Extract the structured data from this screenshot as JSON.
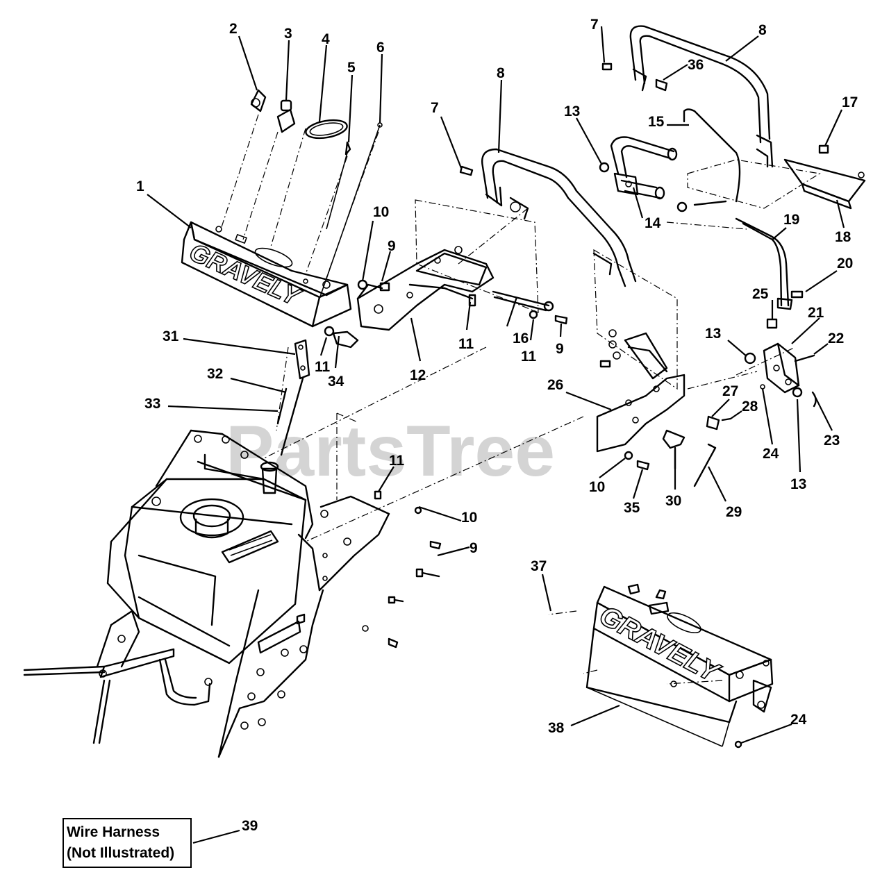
{
  "watermark": "PartsTree",
  "brand": "GRAVELY",
  "callouts": {
    "c1": "1",
    "c2": "2",
    "c3": "3",
    "c4": "4",
    "c5": "5",
    "c6": "6",
    "c7a": "7",
    "c7b": "7",
    "c8a": "8",
    "c8b": "8",
    "c9a": "9",
    "c9b": "9",
    "c9c": "9",
    "c10a": "10",
    "c10b": "10",
    "c10c": "10",
    "c11a": "11",
    "c11b": "11",
    "c11c": "11",
    "c11d": "11",
    "c12": "12",
    "c13a": "13",
    "c13b": "13",
    "c13c": "13",
    "c14": "14",
    "c15": "15",
    "c16": "16",
    "c17": "17",
    "c18": "18",
    "c19": "19",
    "c20": "20",
    "c21": "21",
    "c22": "22",
    "c23": "23",
    "c24a": "24",
    "c24b": "24",
    "c25": "25",
    "c26": "26",
    "c27": "27",
    "c28": "28",
    "c29": "29",
    "c30": "30",
    "c31": "31",
    "c32": "32",
    "c33": "33",
    "c34": "34",
    "c35": "35",
    "c36": "36",
    "c37": "37",
    "c38": "38",
    "c39": "39"
  },
  "note": {
    "line1": "Wire Harness",
    "line2": "(Not Illustrated)"
  }
}
